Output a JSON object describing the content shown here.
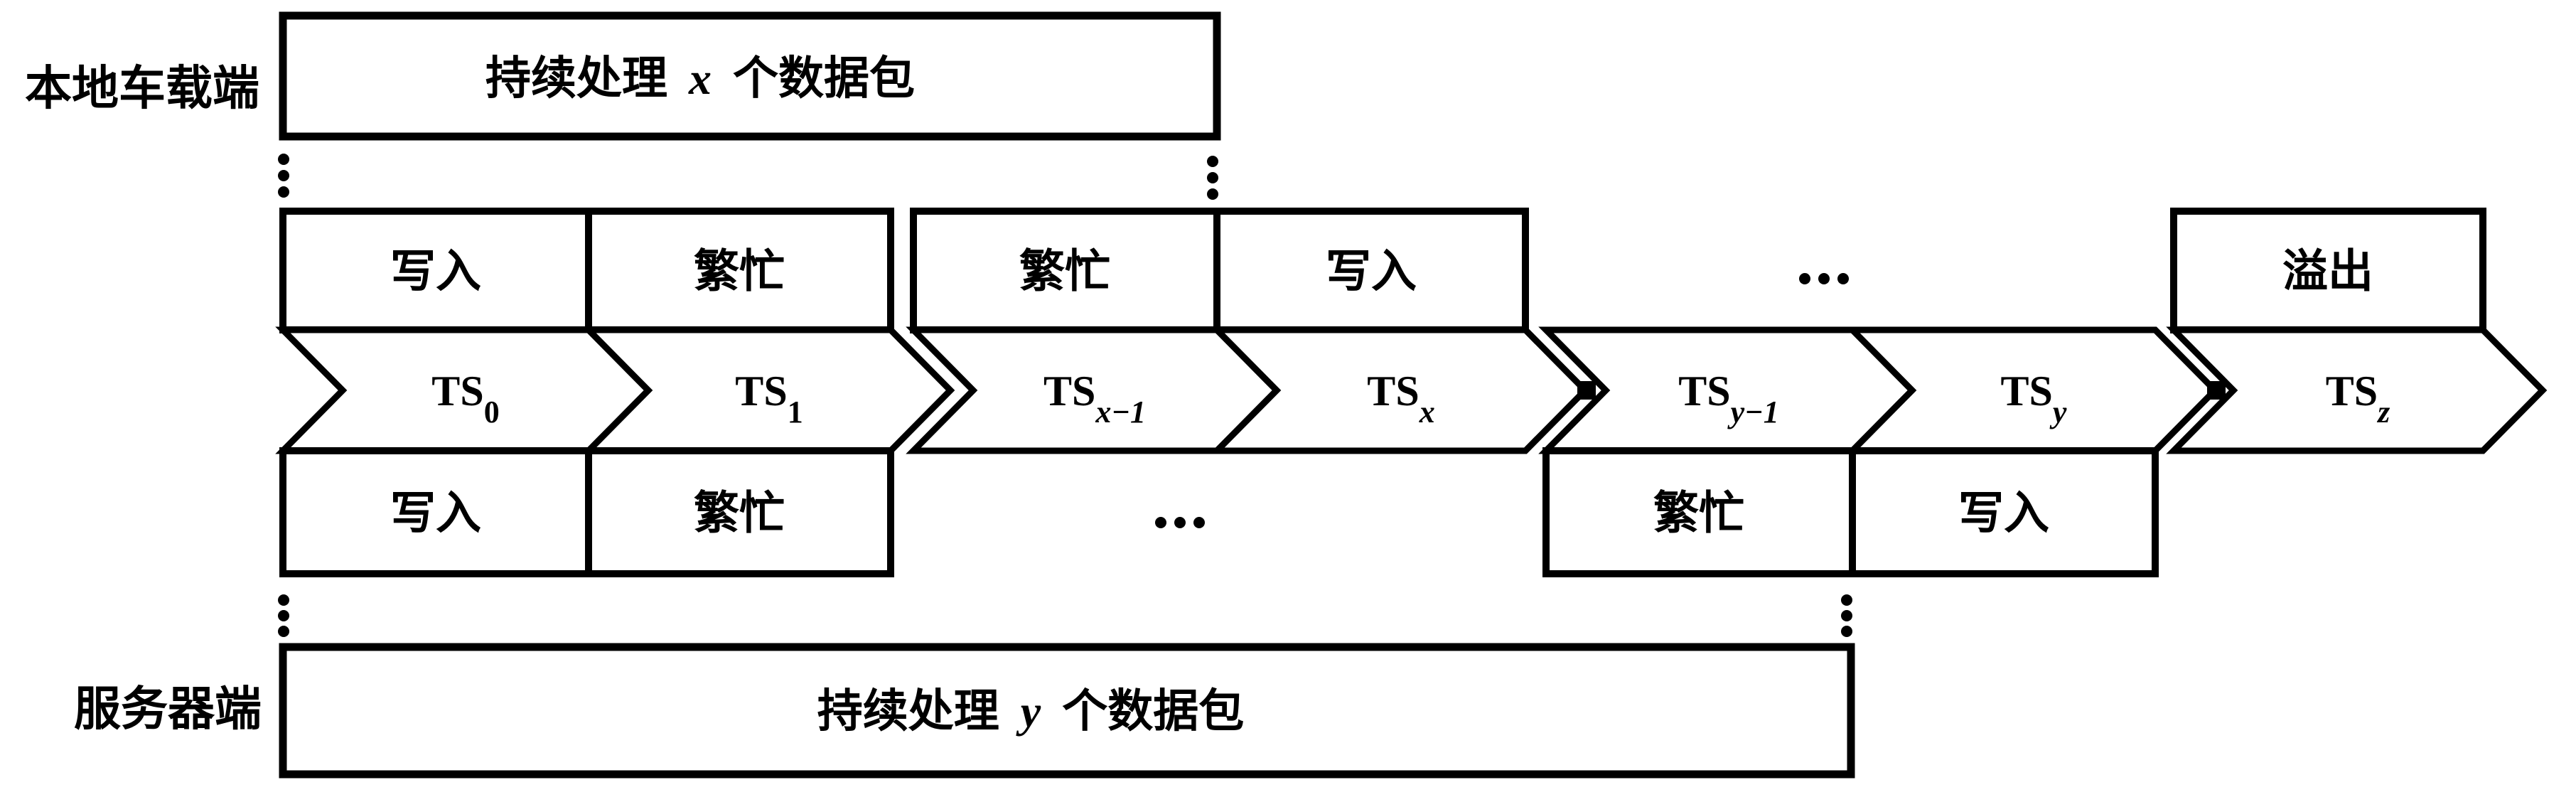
{
  "labels": {
    "local_end": "本地车载端",
    "server_end": "服务器端"
  },
  "top_process_box": {
    "prefix": "持续处理",
    "variable": "x",
    "suffix": "个数据包"
  },
  "bottom_process_box": {
    "prefix": "持续处理",
    "variable": "y",
    "suffix": "个数据包"
  },
  "top_state_row": {
    "cells": [
      "写入",
      "繁忙",
      "繁忙",
      "写入"
    ],
    "overflow_cell": "溢出"
  },
  "bottom_state_row": {
    "cells": [
      "写入",
      "繁忙",
      "繁忙",
      "写入"
    ]
  },
  "timeline": {
    "segments": [
      {
        "name": "TS",
        "sub": "0"
      },
      {
        "name": "TS",
        "sub": "1"
      },
      {
        "name": "TS",
        "sub": "x−1"
      },
      {
        "name": "TS",
        "sub": "x"
      },
      {
        "name": "TS",
        "sub": "y−1"
      },
      {
        "name": "TS",
        "sub": "y"
      },
      {
        "name": "TS",
        "sub": "z"
      }
    ]
  },
  "colors": {
    "line": "#000000",
    "fill": "#ffffff",
    "background": "#ffffff"
  }
}
